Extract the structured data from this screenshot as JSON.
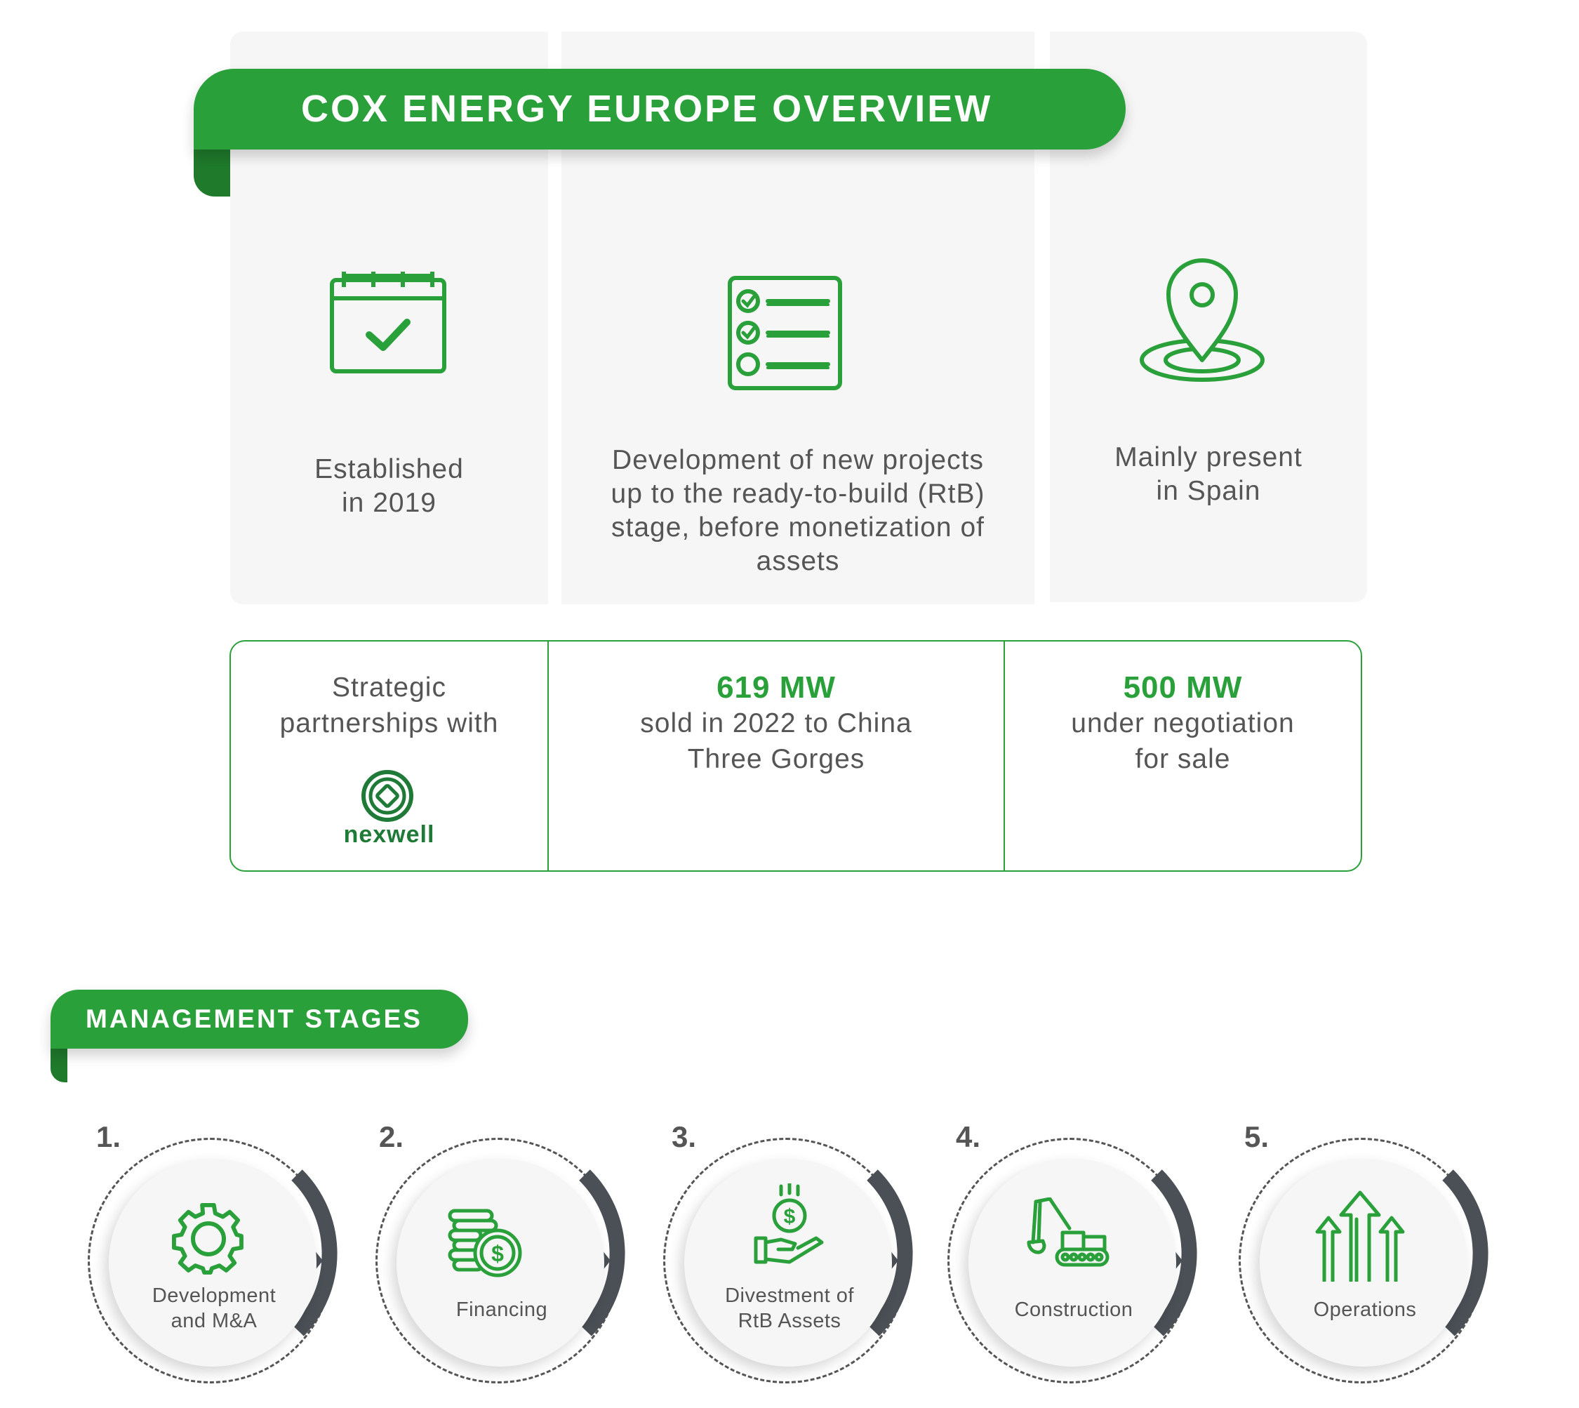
{
  "overview": {
    "title": "COX ENERGY EUROPE OVERVIEW",
    "panels": [
      {
        "icon": "calendar-check-icon",
        "line1": "Established",
        "line2": "in 2019"
      },
      {
        "icon": "checklist-icon",
        "line1": "Development of new projects",
        "line2": "up to the ready-to-build (RtB)",
        "line3": "stage, before monetization of",
        "line4": "assets"
      },
      {
        "icon": "location-pin-icon",
        "line1": "Mainly present",
        "line2": "in Spain"
      }
    ]
  },
  "stats": {
    "partnerships": {
      "line1": "Strategic",
      "line2": "partnerships with",
      "logo_text": "nexwell"
    },
    "sold": {
      "value": "619 MW",
      "line1": "sold in 2022 to China",
      "line2": "Three Gorges"
    },
    "negotiation": {
      "value": "500 MW",
      "line1": "under negotiation",
      "line2": "for sale"
    }
  },
  "management": {
    "title": "MANAGEMENT STAGES",
    "stages": [
      {
        "number": "1.",
        "line1": "Development",
        "line2": "and M&A",
        "icon": "gear-icon"
      },
      {
        "number": "2.",
        "line1": "Financing",
        "line2": "",
        "icon": "coins-dollar-icon"
      },
      {
        "number": "3.",
        "line1": "Divestment of",
        "line2": "RtB Assets",
        "icon": "hand-dollar-icon"
      },
      {
        "number": "4.",
        "line1": "Construction",
        "line2": "",
        "icon": "excavator-icon"
      },
      {
        "number": "5.",
        "line1": "Operations",
        "line2": "",
        "icon": "growth-arrows-icon"
      }
    ]
  },
  "colors": {
    "green": "#2aa03a",
    "dark_green": "#1f7a2c",
    "arc": "#4a5056",
    "text": "#555555",
    "panel": "#f6f6f6"
  }
}
